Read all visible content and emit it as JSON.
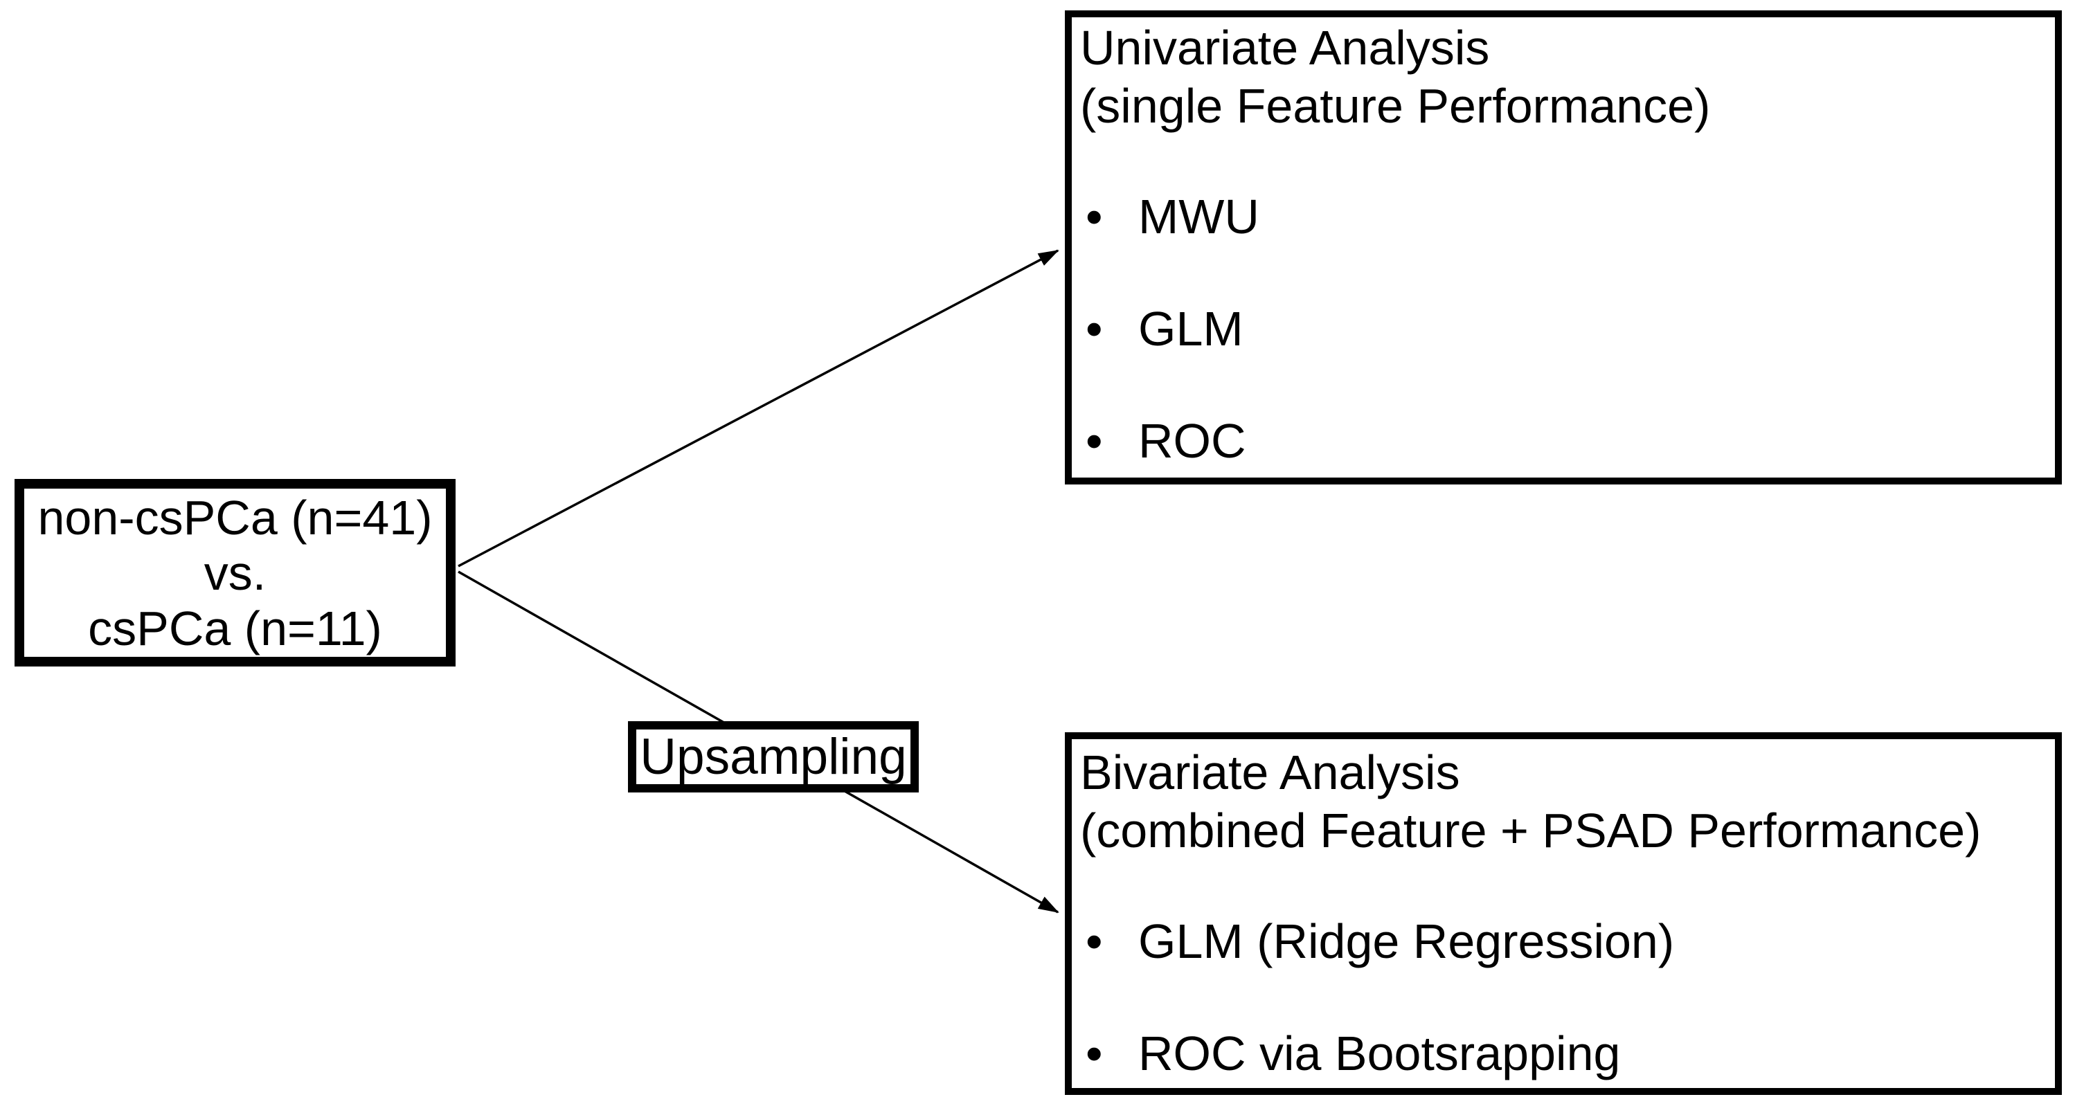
{
  "diagram": {
    "cohort": {
      "line1": "non-csPCa (n=41)",
      "line2": "vs.",
      "line3": "csPCa (n=11)"
    },
    "upsampling": {
      "label": "Upsampling"
    },
    "univariate": {
      "title_line1": "Univariate Analysis",
      "title_line2": "(single Feature Performance)",
      "bullets": [
        "MWU",
        "GLM",
        "ROC"
      ]
    },
    "bivariate": {
      "title_line1": "Bivariate Analysis",
      "title_line2": "(combined Feature + PSAD Performance)",
      "bullets": [
        "GLM (Ridge Regression)",
        "ROC via Bootsrapping"
      ]
    },
    "bullet_glyph": "•",
    "colors": {
      "ink": "#000000",
      "background": "#ffffff"
    }
  }
}
